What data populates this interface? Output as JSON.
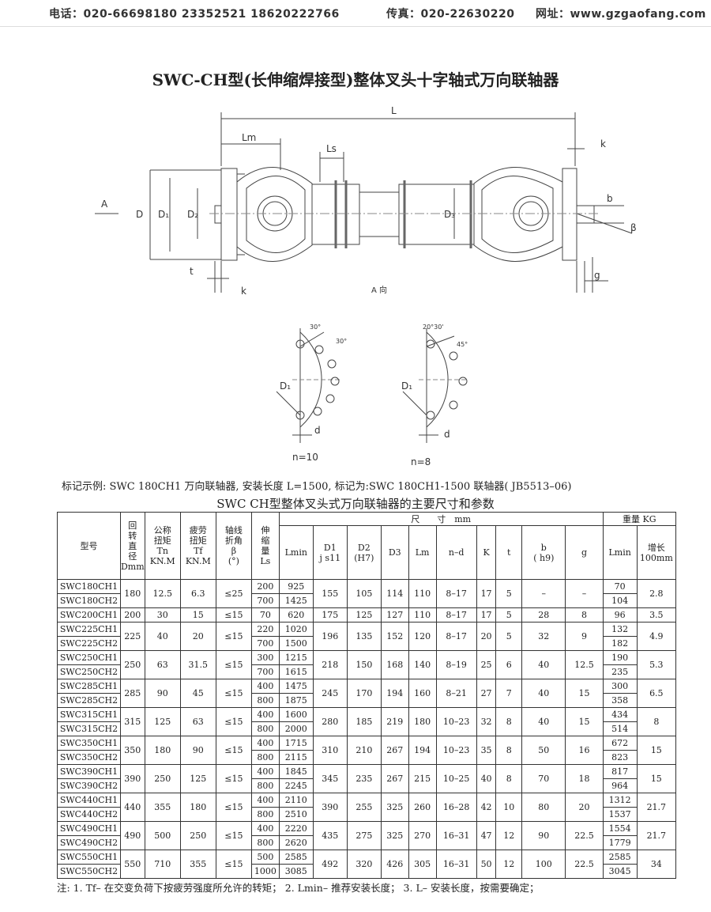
{
  "header": {
    "phone": "电话：020-66698180  23352521  18620222766",
    "fax": "传真：020-22630220",
    "web": "网址：www.gzgaofang.com"
  },
  "title": "SWC-CH型(长伸缩焊接型)整体叉头十字轴式万向联轴器",
  "drawing": {
    "labels": {
      "L": "L",
      "Lm": "Lm",
      "Ls": "Ls",
      "k": "k",
      "A": "A",
      "D": "D",
      "D1": "D₁",
      "D2": "D₂",
      "D3": "D₃",
      "b": "b",
      "beta": "β",
      "t": "t",
      "g": "g",
      "a_view": "A 向",
      "ang30a": "30°",
      "ang30b": "30°",
      "ang2030": "20°30'",
      "ang45": "45°",
      "Dj": "D₁",
      "d": "d",
      "n10": "n=10",
      "n8": "n=8"
    }
  },
  "marking_example": "标记示例: SWC 180CH1 万向联轴器, 安装长度 L=1500, 标记为:SWC 180CH1-1500 联轴器( JB5513–06)",
  "table_title": "SWC CH型整体叉头式万向联轴器的主要尺寸和参数",
  "table": {
    "headers": {
      "model": "型号",
      "dmm": [
        "回",
        "转",
        "直",
        "径",
        "Dmm"
      ],
      "tn": [
        "公称",
        "扭矩",
        "Tn",
        "KN.M"
      ],
      "tf": [
        "疲劳",
        "扭矩",
        "Tf",
        "KN.M"
      ],
      "beta": [
        "轴线",
        "折角",
        "β",
        "(°)"
      ],
      "ls": [
        "伸",
        "缩",
        "量",
        "Ls"
      ],
      "size": "尺　　寸　mm",
      "lmin": "Lmin",
      "d1": [
        "D1",
        "j s11"
      ],
      "d2": [
        "D2",
        "(H7)"
      ],
      "d3": "D3",
      "lm": "Lm",
      "nd": "n–d",
      "k": "K",
      "t": "t",
      "b": [
        "b",
        "( h9)"
      ],
      "g": "g",
      "weight": "重量 KG",
      "w_lmin": "Lmin",
      "w_inc": [
        "增长",
        "100mm"
      ]
    },
    "groups": [
      {
        "rows": [
          {
            "model": "SWC180CH1",
            "ls": "200",
            "lmin": "925",
            "w": "70"
          },
          {
            "model": "SWC180CH2",
            "ls": "700",
            "lmin": "1425",
            "w": "104"
          }
        ],
        "dmm": "180",
        "tn": "12.5",
        "tf": "6.3",
        "beta": "≤25",
        "d1": "155",
        "d2": "105",
        "d3": "114",
        "lm": "110",
        "nd": "8–17",
        "k": "17",
        "t": "5",
        "b": "–",
        "g": "–",
        "inc": "2.8"
      },
      {
        "rows": [
          {
            "model": "SWC200CH1",
            "ls": "70",
            "lmin": "620",
            "w": "96"
          }
        ],
        "dmm": "200",
        "tn": "30",
        "tf": "15",
        "beta": "≤15",
        "d1": "175",
        "d2": "125",
        "d3": "127",
        "lm": "110",
        "nd": "8–17",
        "k": "17",
        "t": "5",
        "b": "28",
        "g": "8",
        "inc": "3.5"
      },
      {
        "rows": [
          {
            "model": "SWC225CH1",
            "ls": "220",
            "lmin": "1020",
            "w": "132"
          },
          {
            "model": "SWC225CH2",
            "ls": "700",
            "lmin": "1500",
            "w": "182"
          }
        ],
        "dmm": "225",
        "tn": "40",
        "tf": "20",
        "beta": "≤15",
        "d1": "196",
        "d2": "135",
        "d3": "152",
        "lm": "120",
        "nd": "8–17",
        "k": "20",
        "t": "5",
        "b": "32",
        "g": "9",
        "inc": "4.9"
      },
      {
        "rows": [
          {
            "model": "SWC250CH1",
            "ls": "300",
            "lmin": "1215",
            "w": "190"
          },
          {
            "model": "SWC250CH2",
            "ls": "700",
            "lmin": "1615",
            "w": "235"
          }
        ],
        "dmm": "250",
        "tn": "63",
        "tf": "31.5",
        "beta": "≤15",
        "d1": "218",
        "d2": "150",
        "d3": "168",
        "lm": "140",
        "nd": "8–19",
        "k": "25",
        "t": "6",
        "b": "40",
        "g": "12.5",
        "inc": "5.3"
      },
      {
        "rows": [
          {
            "model": "SWC285CH1",
            "ls": "400",
            "lmin": "1475",
            "w": "300"
          },
          {
            "model": "SWC285CH2",
            "ls": "800",
            "lmin": "1875",
            "w": "358"
          }
        ],
        "dmm": "285",
        "tn": "90",
        "tf": "45",
        "beta": "≤15",
        "d1": "245",
        "d2": "170",
        "d3": "194",
        "lm": "160",
        "nd": "8–21",
        "k": "27",
        "t": "7",
        "b": "40",
        "g": "15",
        "inc": "6.5"
      },
      {
        "rows": [
          {
            "model": "SWC315CH1",
            "ls": "400",
            "lmin": "1600",
            "w": "434"
          },
          {
            "model": "SWC315CH2",
            "ls": "800",
            "lmin": "2000",
            "w": "514"
          }
        ],
        "dmm": "315",
        "tn": "125",
        "tf": "63",
        "beta": "≤15",
        "d1": "280",
        "d2": "185",
        "d3": "219",
        "lm": "180",
        "nd": "10–23",
        "k": "32",
        "t": "8",
        "b": "40",
        "g": "15",
        "inc": "8"
      },
      {
        "rows": [
          {
            "model": "SWC350CH1",
            "ls": "400",
            "lmin": "1715",
            "w": "672"
          },
          {
            "model": "SWC350CH2",
            "ls": "800",
            "lmin": "2115",
            "w": "823"
          }
        ],
        "dmm": "350",
        "tn": "180",
        "tf": "90",
        "beta": "≤15",
        "d1": "310",
        "d2": "210",
        "d3": "267",
        "lm": "194",
        "nd": "10–23",
        "k": "35",
        "t": "8",
        "b": "50",
        "g": "16",
        "inc": "15"
      },
      {
        "rows": [
          {
            "model": "SWC390CH1",
            "ls": "400",
            "lmin": "1845",
            "w": "817"
          },
          {
            "model": "SWC390CH2",
            "ls": "800",
            "lmin": "2245",
            "w": "964"
          }
        ],
        "dmm": "390",
        "tn": "250",
        "tf": "125",
        "beta": "≤15",
        "d1": "345",
        "d2": "235",
        "d3": "267",
        "lm": "215",
        "nd": "10–25",
        "k": "40",
        "t": "8",
        "b": "70",
        "g": "18",
        "inc": "15"
      },
      {
        "rows": [
          {
            "model": "SWC440CH1",
            "ls": "400",
            "lmin": "2110",
            "w": "1312"
          },
          {
            "model": "SWC440CH2",
            "ls": "800",
            "lmin": "2510",
            "w": "1537"
          }
        ],
        "dmm": "440",
        "tn": "355",
        "tf": "180",
        "beta": "≤15",
        "d1": "390",
        "d2": "255",
        "d3": "325",
        "lm": "260",
        "nd": "16–28",
        "k": "42",
        "t": "10",
        "b": "80",
        "g": "20",
        "inc": "21.7"
      },
      {
        "rows": [
          {
            "model": "SWC490CH1",
            "ls": "400",
            "lmin": "2220",
            "w": "1554"
          },
          {
            "model": "SWC490CH2",
            "ls": "800",
            "lmin": "2620",
            "w": "1779"
          }
        ],
        "dmm": "490",
        "tn": "500",
        "tf": "250",
        "beta": "≤15",
        "d1": "435",
        "d2": "275",
        "d3": "325",
        "lm": "270",
        "nd": "16–31",
        "k": "47",
        "t": "12",
        "b": "90",
        "g": "22.5",
        "inc": "21.7"
      },
      {
        "rows": [
          {
            "model": "SWC550CH1",
            "ls": "500",
            "lmin": "2585",
            "w": "2585"
          },
          {
            "model": "SWC550CH2",
            "ls": "1000",
            "lmin": "3085",
            "w": "3045"
          }
        ],
        "dmm": "550",
        "tn": "710",
        "tf": "355",
        "beta": "≤15",
        "d1": "492",
        "d2": "320",
        "d3": "426",
        "lm": "305",
        "nd": "16–31",
        "k": "50",
        "t": "12",
        "b": "100",
        "g": "22.5",
        "inc": "34"
      }
    ]
  },
  "footnote": "注: 1. Tf– 在交变负荷下按疲劳强度所允许的转矩；  2. Lmin– 推荐安装长度；  3. L– 安装长度，按需要确定；"
}
